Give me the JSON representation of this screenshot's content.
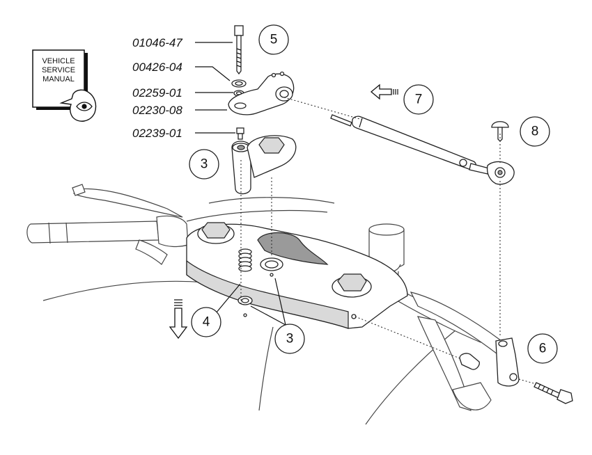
{
  "manual_icon": {
    "lines": [
      "VEHICLE",
      "SERVICE",
      "MANUAL"
    ],
    "icon": "eye-icon"
  },
  "part_numbers": [
    {
      "id": "pn-01046-47",
      "text": "01046-47"
    },
    {
      "id": "pn-00426-04",
      "text": "00426-04"
    },
    {
      "id": "pn-02259-01",
      "text": "02259-01"
    },
    {
      "id": "pn-02230-08",
      "text": "02230-08"
    },
    {
      "id": "pn-02239-01",
      "text": "02239-01"
    }
  ],
  "callouts": [
    {
      "id": "callout-5",
      "label": "5"
    },
    {
      "id": "callout-7",
      "label": "7"
    },
    {
      "id": "callout-8",
      "label": "8"
    },
    {
      "id": "callout-3-upper",
      "label": "3"
    },
    {
      "id": "callout-4",
      "label": "4"
    },
    {
      "id": "callout-3-lower",
      "label": "3"
    },
    {
      "id": "callout-6",
      "label": "6"
    }
  ],
  "icons": {
    "direction_left": "arrow-left-icon",
    "direction_down": "arrow-down-icon"
  }
}
